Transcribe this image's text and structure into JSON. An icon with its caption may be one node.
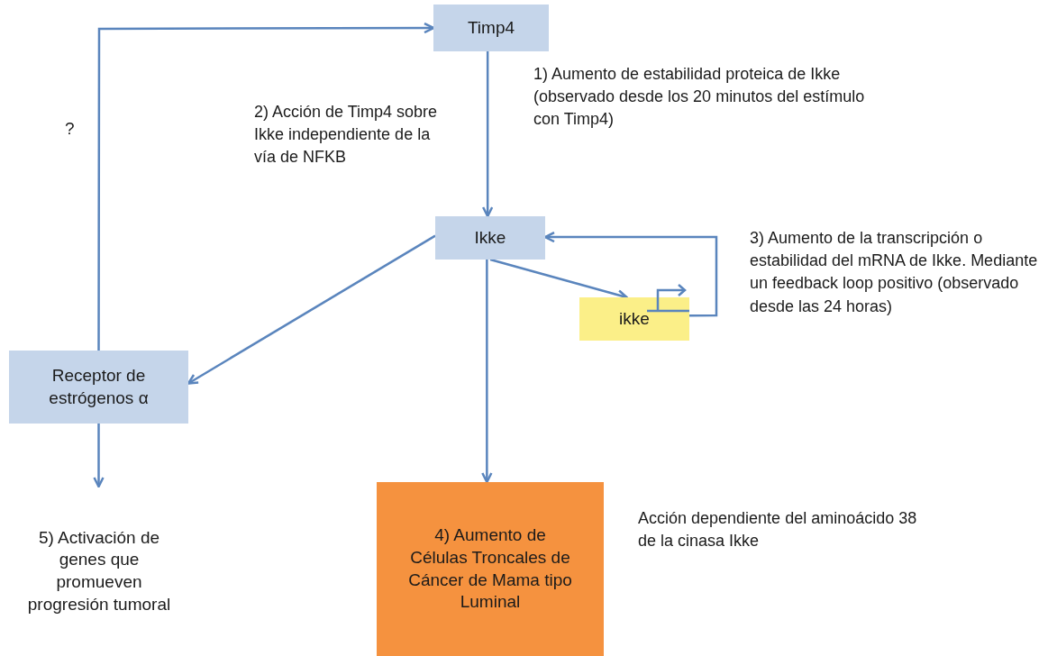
{
  "diagram": {
    "nodes": [
      {
        "text": [
          "Timp4"
        ]
      },
      {
        "text": [
          "Ikke"
        ]
      },
      {
        "text": [
          "ikke"
        ]
      },
      {
        "text": [
          "Receptor de estrógenos α"
        ]
      },
      {
        "text": [
          "4) Aumento de Células Troncales de Cáncer de Mama tipo Luminal"
        ]
      },
      {
        "text": [
          "5) Activación de genes que promueven progresión tumoral"
        ]
      }
    ],
    "edges": [
      {
        "from": 3,
        "to": 0,
        "arrow": "to",
        "label": "?"
      },
      {
        "from": 0,
        "to": 1,
        "arrow": "to"
      },
      {
        "from": 1,
        "to": 2,
        "arrow": "to"
      },
      {
        "from": 2,
        "to": 1,
        "arrow": "to"
      },
      {
        "from": 1,
        "to": 3,
        "arrow": "to"
      },
      {
        "from": 1,
        "to": 4,
        "arrow": "to"
      },
      {
        "from": 3,
        "to": 5,
        "arrow": "to"
      }
    ],
    "labels": [
      "1) Aumento de estabilidad proteica de Ikke (observado desde los 20 minutos del estímulo con Timp4)",
      "2) Acción de Timp4 sobre Ikke independiente de la vía de NFKB",
      "3) Aumento de la transcripción o estabilidad del mRNA de Ikke. Mediante un feedback loop positivo (observado desde las 24 horas)",
      "Acción dependiente del aminoácido 38 de la cinasa Ikke"
    ]
  }
}
